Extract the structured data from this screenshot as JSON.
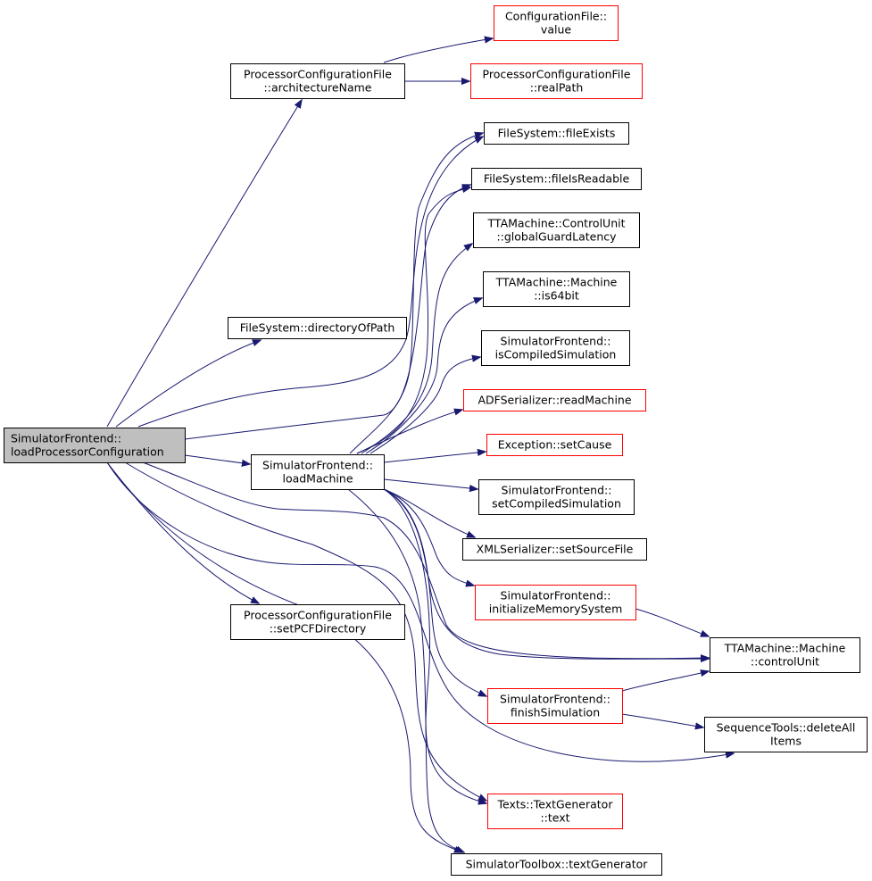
{
  "colors": {
    "edge": "#191970",
    "border_documented": "#000000",
    "border_undocumented": "#ff0000",
    "root_fill": "#bfbfbf",
    "node_fill": "#ffffff"
  },
  "nodes": [
    {
      "id": "root",
      "lines": [
        "SimulatorFrontend::",
        "loadProcessorConfiguration"
      ],
      "style": "root"
    },
    {
      "id": "pcf_arch",
      "lines": [
        "ProcessorConfigurationFile",
        "::architectureName"
      ],
      "style": "normal"
    },
    {
      "id": "cf_value",
      "lines": [
        "ConfigurationFile::",
        "value"
      ],
      "style": "red"
    },
    {
      "id": "pcf_realpath",
      "lines": [
        "ProcessorConfigurationFile",
        "::realPath"
      ],
      "style": "red"
    },
    {
      "id": "fs_dir",
      "lines": [
        "FileSystem::directoryOfPath"
      ],
      "style": "normal"
    },
    {
      "id": "sf_loadmachine",
      "lines": [
        "SimulatorFrontend::",
        "loadMachine"
      ],
      "style": "normal"
    },
    {
      "id": "pcf_setpcf",
      "lines": [
        "ProcessorConfigurationFile",
        "::setPCFDirectory"
      ],
      "style": "normal"
    },
    {
      "id": "fs_exists",
      "lines": [
        "FileSystem::fileExists"
      ],
      "style": "normal"
    },
    {
      "id": "fs_readable",
      "lines": [
        "FileSystem::fileIsReadable"
      ],
      "style": "normal"
    },
    {
      "id": "cu_ggl",
      "lines": [
        "TTAMachine::ControlUnit",
        "::globalGuardLatency"
      ],
      "style": "normal"
    },
    {
      "id": "m_is64",
      "lines": [
        "TTAMachine::Machine",
        "::is64bit"
      ],
      "style": "normal"
    },
    {
      "id": "sf_iscompiled",
      "lines": [
        "SimulatorFrontend::",
        "isCompiledSimulation"
      ],
      "style": "normal"
    },
    {
      "id": "adf_read",
      "lines": [
        "ADFSerializer::readMachine"
      ],
      "style": "red"
    },
    {
      "id": "exc_setcause",
      "lines": [
        "Exception::setCause"
      ],
      "style": "red"
    },
    {
      "id": "sf_setcompiled",
      "lines": [
        "SimulatorFrontend::",
        "setCompiledSimulation"
      ],
      "style": "normal"
    },
    {
      "id": "xml_setsrc",
      "lines": [
        "XMLSerializer::setSourceFile"
      ],
      "style": "normal"
    },
    {
      "id": "sf_initmem",
      "lines": [
        "SimulatorFrontend::",
        "initializeMemorySystem"
      ],
      "style": "red"
    },
    {
      "id": "m_cu",
      "lines": [
        "TTAMachine::Machine",
        "::controlUnit"
      ],
      "style": "normal"
    },
    {
      "id": "sf_finish",
      "lines": [
        "SimulatorFrontend::",
        "finishSimulation"
      ],
      "style": "red"
    },
    {
      "id": "st_delete",
      "lines": [
        "SequenceTools::deleteAll",
        "Items"
      ],
      "style": "normal"
    },
    {
      "id": "tg_text",
      "lines": [
        "Texts::TextGenerator",
        "::text"
      ],
      "style": "red"
    },
    {
      "id": "stb_tg",
      "lines": [
        "SimulatorToolbox::textGenerator"
      ],
      "style": "normal"
    }
  ],
  "edges": [
    {
      "from": "root",
      "to": "pcf_arch"
    },
    {
      "from": "pcf_arch",
      "to": "cf_value"
    },
    {
      "from": "pcf_arch",
      "to": "pcf_realpath"
    },
    {
      "from": "root",
      "to": "fs_dir"
    },
    {
      "from": "root",
      "to": "fs_exists"
    },
    {
      "from": "root",
      "to": "fs_readable"
    },
    {
      "from": "root",
      "to": "sf_loadmachine"
    },
    {
      "from": "root",
      "to": "pcf_setpcf"
    },
    {
      "from": "root",
      "to": "st_delete"
    },
    {
      "from": "root",
      "to": "m_cu"
    },
    {
      "from": "root",
      "to": "tg_text"
    },
    {
      "from": "root",
      "to": "stb_tg"
    },
    {
      "from": "sf_loadmachine",
      "to": "fs_exists"
    },
    {
      "from": "sf_loadmachine",
      "to": "fs_readable"
    },
    {
      "from": "sf_loadmachine",
      "to": "cu_ggl"
    },
    {
      "from": "sf_loadmachine",
      "to": "m_is64"
    },
    {
      "from": "sf_loadmachine",
      "to": "sf_iscompiled"
    },
    {
      "from": "sf_loadmachine",
      "to": "adf_read"
    },
    {
      "from": "sf_loadmachine",
      "to": "exc_setcause"
    },
    {
      "from": "sf_loadmachine",
      "to": "sf_setcompiled"
    },
    {
      "from": "sf_loadmachine",
      "to": "xml_setsrc"
    },
    {
      "from": "sf_loadmachine",
      "to": "sf_initmem"
    },
    {
      "from": "sf_loadmachine",
      "to": "m_cu"
    },
    {
      "from": "sf_loadmachine",
      "to": "sf_finish"
    },
    {
      "from": "sf_loadmachine",
      "to": "tg_text"
    },
    {
      "from": "sf_loadmachine",
      "to": "stb_tg"
    },
    {
      "from": "sf_initmem",
      "to": "m_cu"
    },
    {
      "from": "sf_finish",
      "to": "m_cu"
    },
    {
      "from": "sf_finish",
      "to": "st_delete"
    }
  ]
}
